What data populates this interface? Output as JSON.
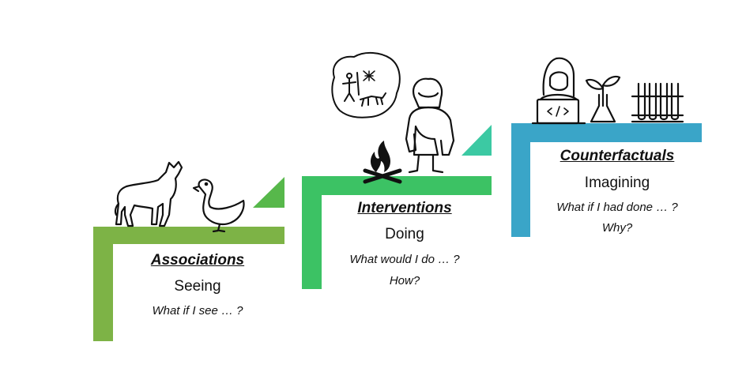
{
  "colors": {
    "green_light": "#7db346",
    "green": "#3cc264",
    "teal": "#3cc9a3",
    "blue": "#3aa5c8",
    "ink": "#111111"
  },
  "steps": [
    {
      "heading": "Associations",
      "verb": "Seeing",
      "question": "What if I see … ?",
      "icons": [
        "howling-wolf-icon",
        "duck-icon"
      ]
    },
    {
      "heading": "Interventions",
      "verb": "Doing",
      "question": "What would I do … ?",
      "question2": "How?",
      "icons": [
        "cave-painting-icon",
        "campfire-icon",
        "caveman-icon"
      ]
    },
    {
      "heading": "Counterfactuals",
      "verb": "Imagining",
      "question": "What if I had done … ?",
      "question2": "Why?",
      "icons": [
        "scientist-laptop-icon",
        "plant-flask-icon",
        "test-tubes-icon"
      ]
    }
  ]
}
